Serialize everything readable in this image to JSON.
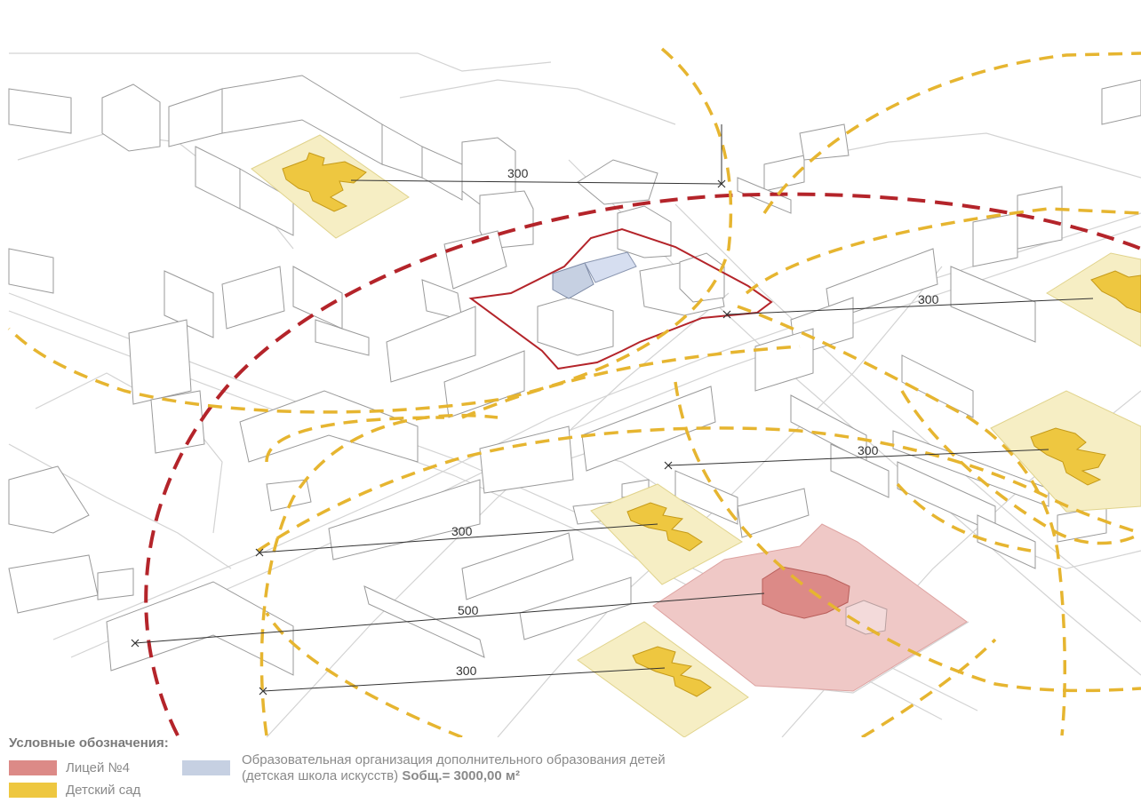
{
  "map": {
    "distance_labels": [
      "300",
      "300",
      "300",
      "300",
      "500",
      "300"
    ],
    "colors": {
      "lyceum_fill": "#dc8a87",
      "lyceum_zone": "#efc8c6",
      "kindergarten_building": "#eec740",
      "kindergarten_zone": "#f6eec4",
      "art_school": "#c6d0e2",
      "site_boundary": "#b4242a",
      "radius_500": "#b4242a",
      "radius_300": "#e6b530",
      "street_lines": "#cfcfcf"
    }
  },
  "legend": {
    "title": "Условные обозначения:",
    "lyceum": "Лицей №4",
    "kindergarten": "Детский сад",
    "art_school_line1": "Образовательная организация дополнительного образования детей",
    "art_school_line2_prefix": "(детская школа искусств) ",
    "art_school_area": "Sобщ.= 3000,00 м²"
  }
}
